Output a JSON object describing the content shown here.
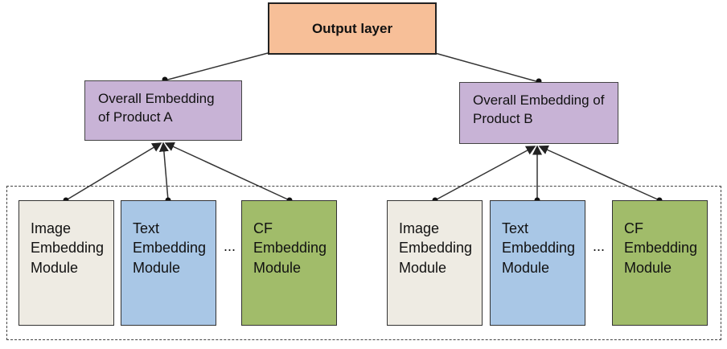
{
  "output_layer": "Output layer",
  "product_a": {
    "overall": "Overall Embedding of Product A",
    "modules": [
      "Image Embedding Module",
      "Text Embedding Module",
      "CF Embedding Module"
    ],
    "ellipsis": "..."
  },
  "product_b": {
    "overall": "Overall Embedding of Product B",
    "modules": [
      "Image Embedding Module",
      "Text Embedding Module",
      "CF Embedding Module"
    ],
    "ellipsis": "..."
  },
  "colors": {
    "output": "#f7bf98",
    "overall": "#c8b3d6",
    "image_module": "#eeebe3",
    "text_module": "#a9c7e6",
    "cf_module": "#a1bc6a"
  }
}
